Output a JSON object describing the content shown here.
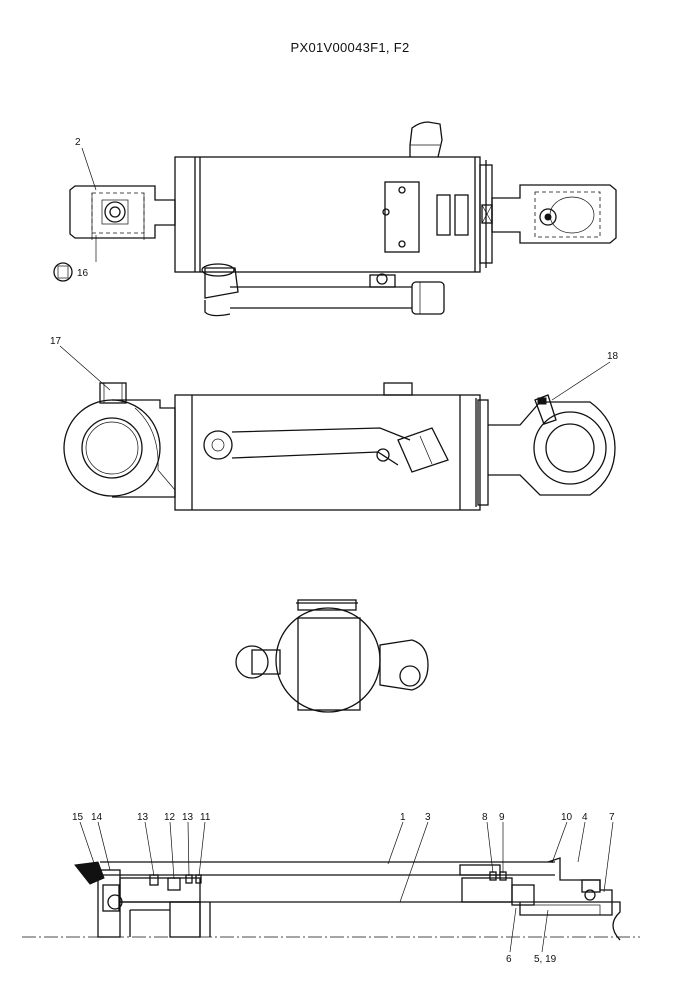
{
  "document": {
    "title": "PX01V00043F1, F2"
  },
  "callouts": {
    "top_view": [
      "2",
      "16"
    ],
    "side_view": [
      "17",
      "18"
    ],
    "section_view": {
      "upper": [
        "15",
        "14",
        "13",
        "12",
        "13",
        "11",
        "1",
        "3",
        "8",
        "9",
        "10",
        "4",
        "7"
      ],
      "lower": [
        "6",
        "5, 19"
      ]
    }
  }
}
